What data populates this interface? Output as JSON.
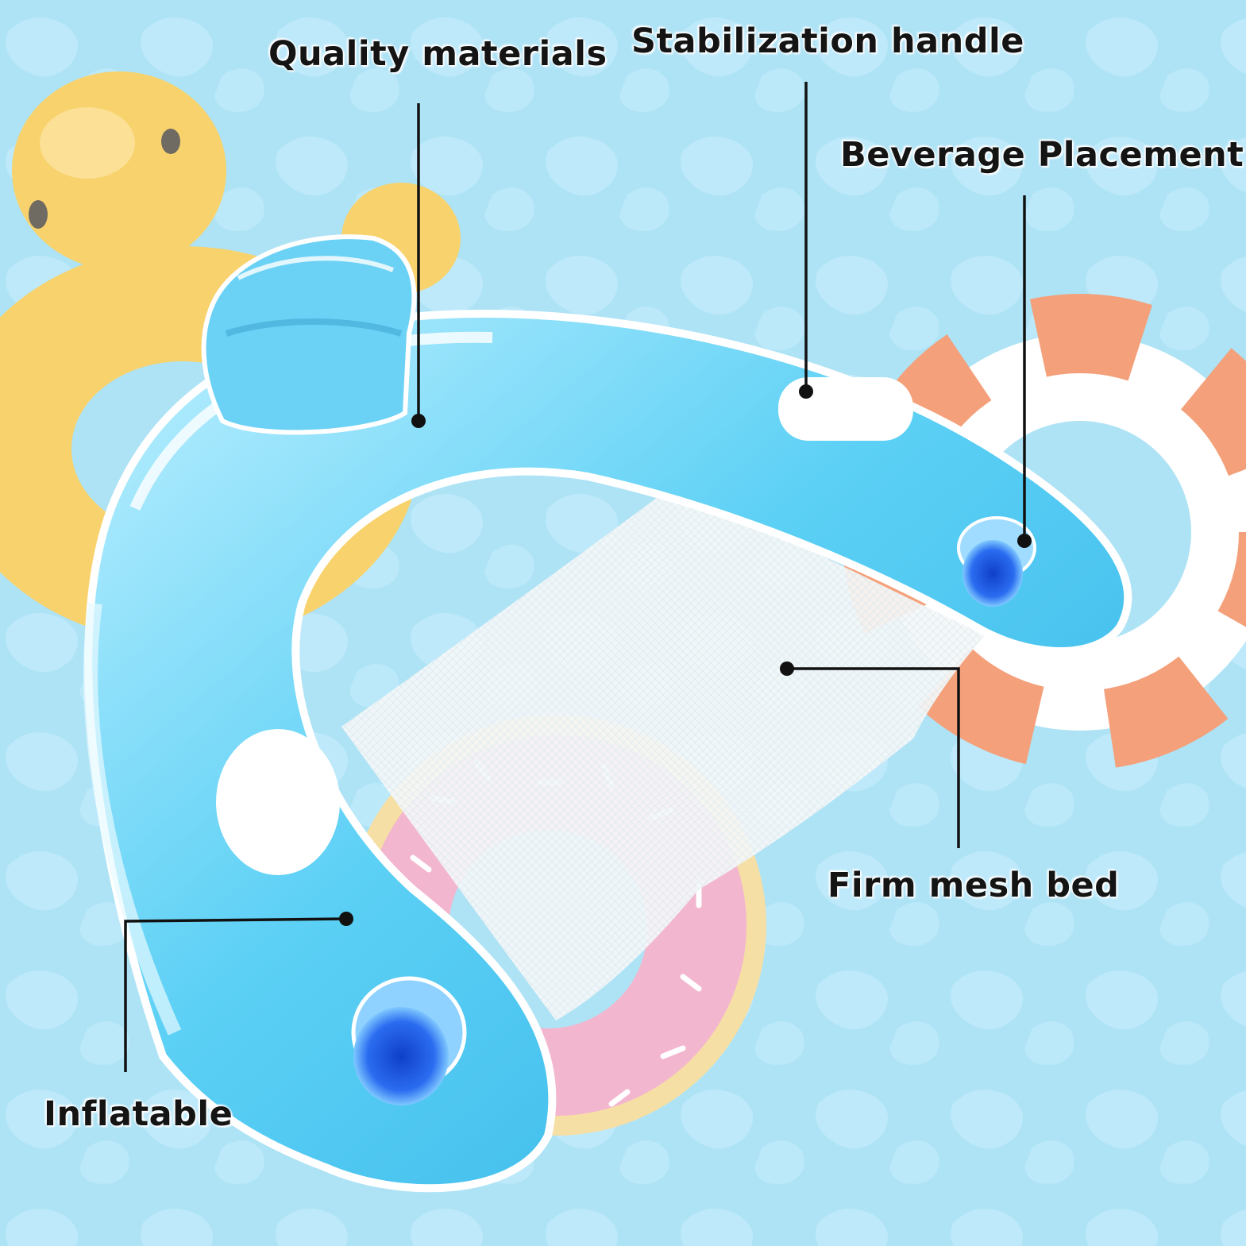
{
  "callouts": {
    "quality_materials": "Quality materials",
    "stabilization_handle": "Stabilization handle",
    "beverage_placement": "Beverage Placement",
    "firm_mesh_bed": "Firm mesh bed",
    "inflatable": "Inflatable"
  },
  "colors": {
    "water": "#aee3f5",
    "float_blue": "#3fc0ee",
    "float_light": "#a8e5fb",
    "cup_holder": "#1e55d8",
    "duck_yellow": "#f8d26c",
    "ring_orange": "#f4a07a",
    "donut_pink": "#f3b6cf",
    "donut_dough": "#f6dfa5",
    "mesh": "#f4f7f8",
    "leader_line": "#111111"
  },
  "icons": {
    "float": "inflatable-u-float-illustration",
    "duck": "yellow-duck-float-illustration",
    "ring": "orange-white-swim-ring-illustration",
    "donut": "pink-donut-float-illustration"
  }
}
